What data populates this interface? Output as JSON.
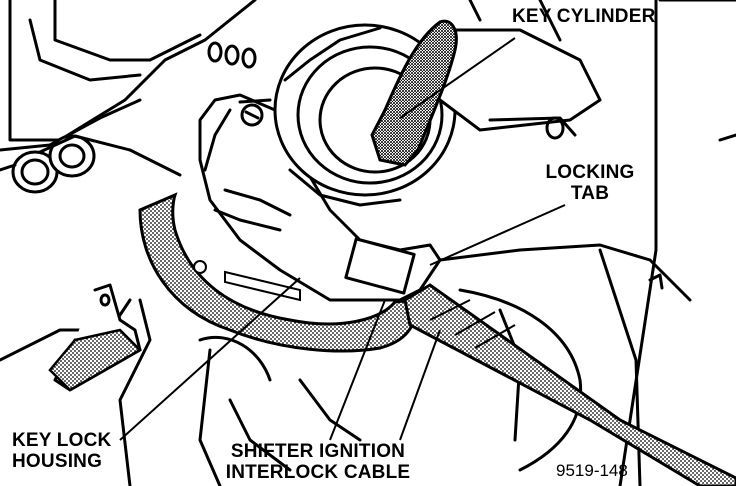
{
  "labels": {
    "key_cylinder": "KEY CYLINDER",
    "locking_tab_line1": "LOCKING",
    "locking_tab_line2": "TAB",
    "key_lock_housing_line1": "KEY LOCK",
    "key_lock_housing_line2": "HOUSING",
    "shifter_cable_line1": "SHIFTER IGNITION",
    "shifter_cable_line2": "INTERLOCK CABLE"
  },
  "figure_number": "9519-148",
  "colors": {
    "ink": "#000000",
    "background": "#ffffff",
    "stipple": "#9a9a9a"
  }
}
